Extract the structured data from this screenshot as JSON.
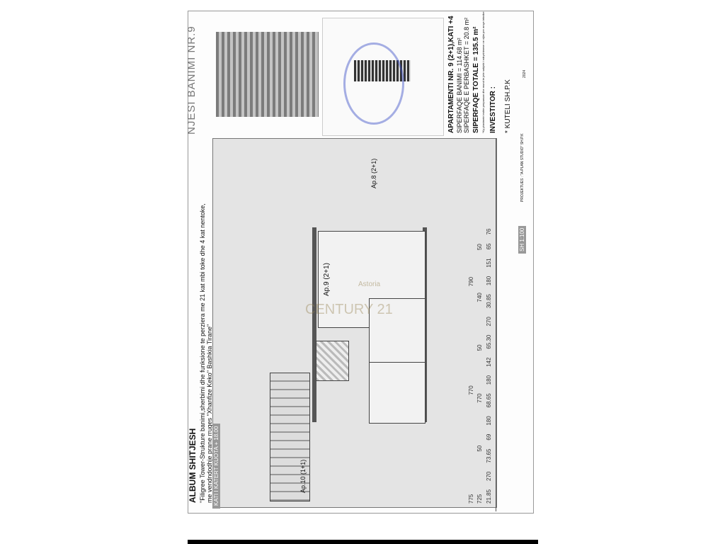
{
  "header": {
    "title": "NJESI BANIMI NR.9"
  },
  "album": {
    "title": "ALBUM SHITJESH",
    "description_line1": "\"Filigree Tower-Strukture banimi,sherbimi dhe funksione te perziera me 21 kat mbi toke dhe 4 kat nentoke,",
    "description_line2": "me vendndodhje prane rruges \"Xhanfize Keko\" Bashkia Tirane\""
  },
  "apartment": {
    "name": "APARTAMENTI NR. 9 (2+1),KATI +4",
    "living_area": "SIPERFAQE BANIMI = 114.68 m²",
    "common_area": "SIPERFAQE E PERBASHKET = 20.8 m²",
    "total_area": "SIPERFAQE TOTALE = 135.5 m²",
    "note": "*Ky planimetri eshte perpunuar dhe mund te jete subjekt i ndryshimeve ne vijim per arsye teknike"
  },
  "investor": {
    "label": "INVESTITOR :",
    "name": "* KUTELI SH.P.K"
  },
  "title_block": {
    "designer": "PROJEKTUES : \"A-PLAN STUDIO\" SH.P.K",
    "year": "2024",
    "scale": "SH 1:100"
  },
  "plan": {
    "floor_label": "KATI I KATERT KUOTA + 18.00",
    "watermark": "CENTURY 21",
    "watermark_sub": "Astoria",
    "unit_label": "Ap.9 (2+1)",
    "neighbor_top": "Ap.8 (2+1)",
    "neighbor_bottom": "Ap.10 (1+1)",
    "dims_row1": [
      "21.85",
      "270",
      "73.65",
      "69",
      "180",
      "68.65",
      "180",
      "142",
      "65.30",
      "270",
      "30.85",
      "180",
      "151",
      "65",
      "76"
    ],
    "dims_row2": [
      "725",
      "50",
      "770",
      "50",
      "740",
      "50"
    ],
    "dims_row3": [
      "775",
      "770",
      "790"
    ]
  }
}
